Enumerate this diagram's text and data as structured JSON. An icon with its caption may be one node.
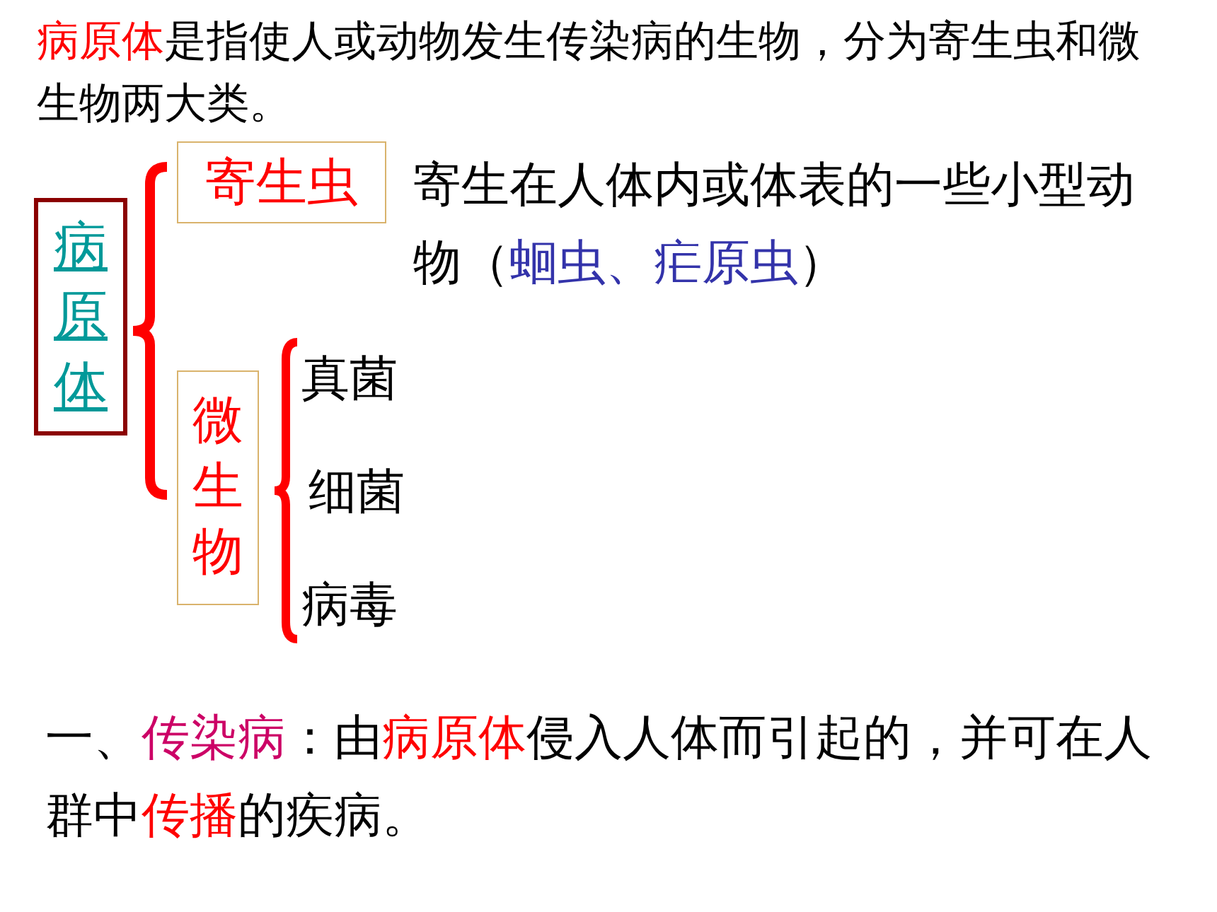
{
  "diagram": {
    "nodes": [
      {
        "text": [
          "病原体"
        ]
      },
      {
        "text": [
          "寄生虫"
        ],
        "beside": [
          "寄生在人体内或体表的一些小型动物（*蛔虫、疟原虫*）"
        ]
      },
      {
        "text": [
          "微生物"
        ]
      }
    ],
    "labels": [
      "**病原体**是指使人或动物发生传染病的生物，分为寄生虫和微生物两大类。",
      "真菌",
      "细菌",
      "病毒",
      "一、*传染病*：由**病原体**侵入人体而引起的，并可在人群中**传播**的疾病。"
    ]
  }
}
